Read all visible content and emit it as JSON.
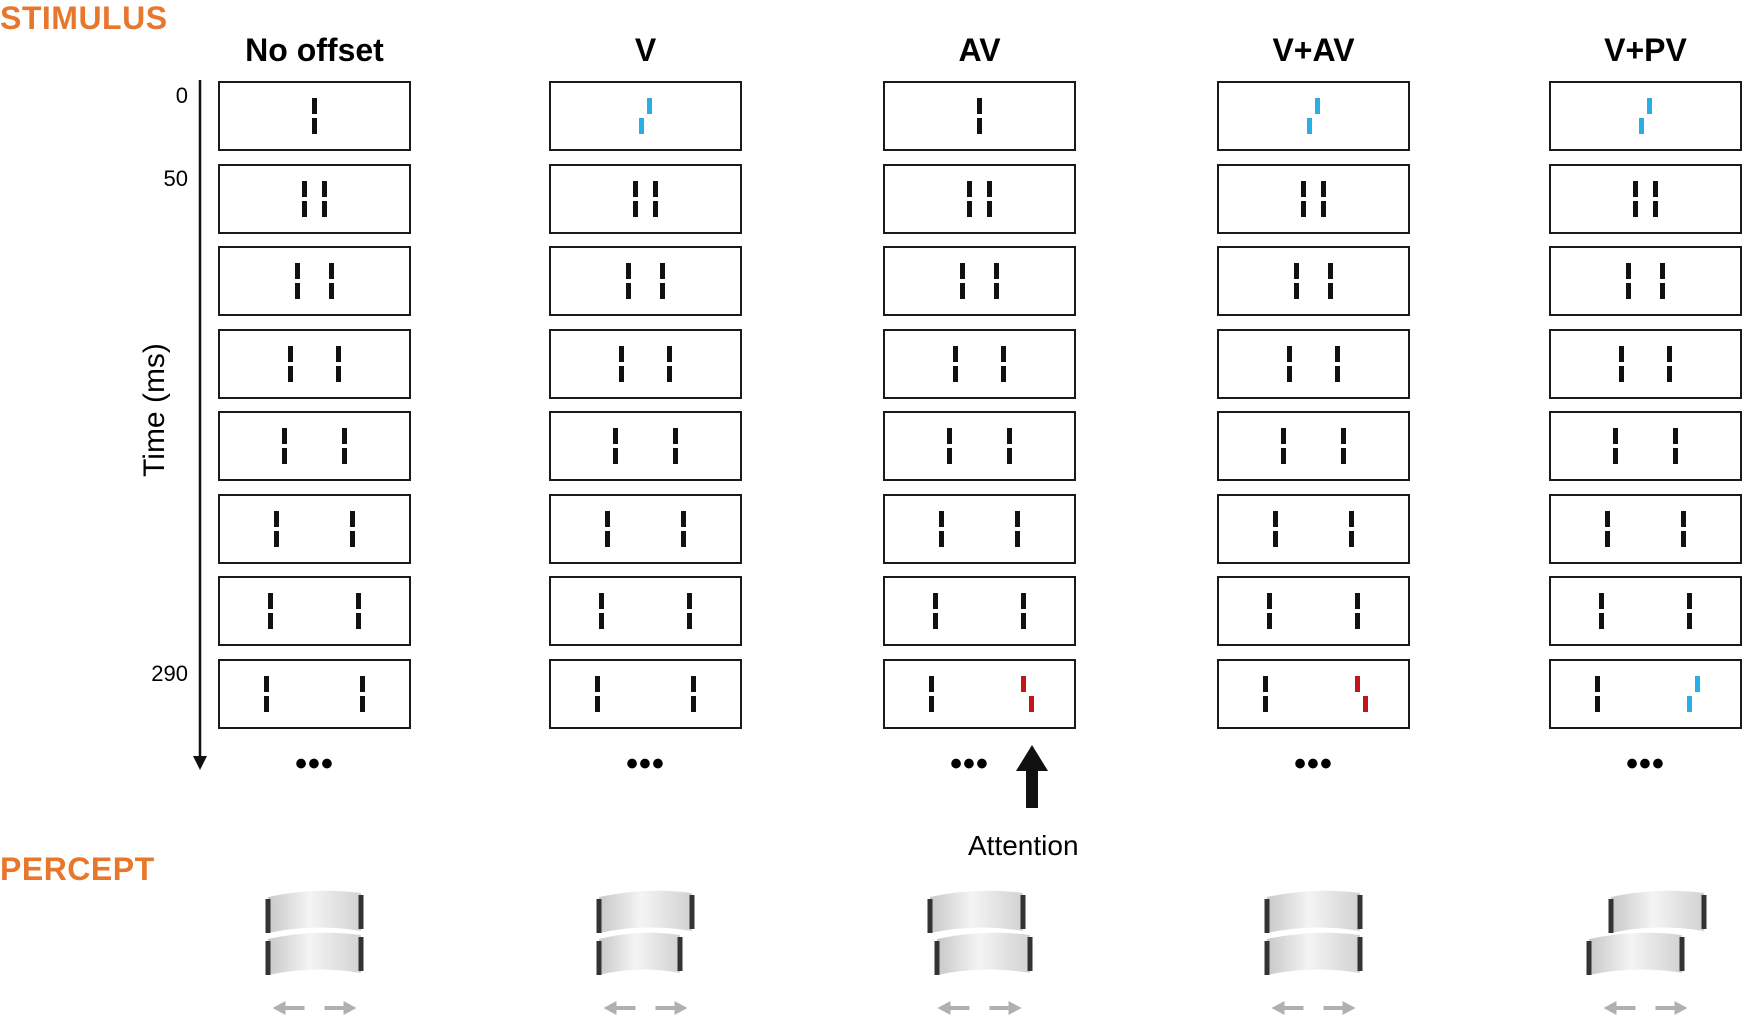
{
  "section_labels": {
    "stimulus": "STIMULUS",
    "percept": "PERCEPT"
  },
  "columns": [
    {
      "id": "no-offset",
      "title": "No offset",
      "first_color": "black",
      "last_color": "black",
      "percept": "aligned"
    },
    {
      "id": "v",
      "title": "V",
      "first_color": "blue",
      "last_color": "black",
      "percept": "v-offset"
    },
    {
      "id": "av",
      "title": "AV",
      "first_color": "black",
      "last_color": "red",
      "percept": "av-offset"
    },
    {
      "id": "v-av",
      "title": "V+AV",
      "first_color": "blue",
      "last_color": "red",
      "percept": "aligned"
    },
    {
      "id": "v-pv",
      "title": "V+PV",
      "first_color": "blue",
      "last_color": "blue",
      "percept": "pv-offset"
    }
  ],
  "frames_per_column": 8,
  "separation_steps": [
    0.0,
    0.14,
    0.3,
    0.45,
    0.6,
    0.77,
    0.92,
    1.0
  ],
  "time_axis": {
    "title": "Time (ms)",
    "ticks": [
      {
        "label": "0",
        "frame": 0
      },
      {
        "label": "50",
        "frame": 1
      },
      {
        "label": "290",
        "frame": 7
      }
    ]
  },
  "continuation": "•••",
  "attention": {
    "label": "Attention",
    "column": 2
  },
  "colors": {
    "accent": "#e8772e",
    "blue": "#29aee8",
    "red": "#c0161c",
    "black": "#111111",
    "arrow_gray": "#b0b0b0"
  }
}
